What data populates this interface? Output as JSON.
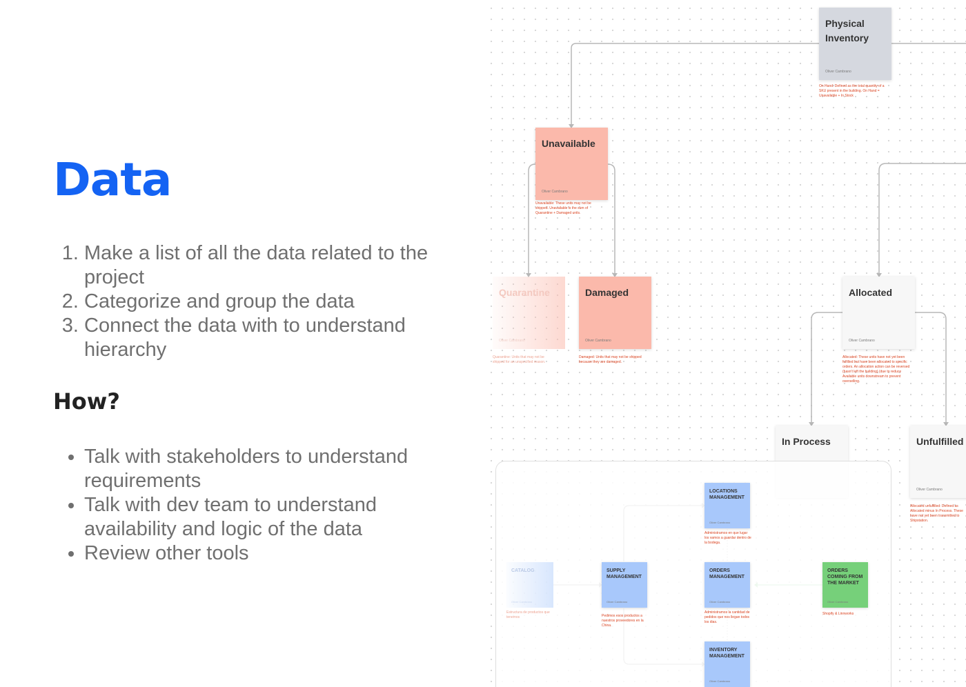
{
  "slide": {
    "title": "Data",
    "steps": [
      "Make a list of all the data related to the project",
      "Categorize and group the data",
      "Connect the data with to understand hierarchy"
    ],
    "how_heading": "How?",
    "how_items": [
      "Talk with stakeholders to understand requirements",
      "Talk with dev team to understand availability and logic of the data",
      "Review other tools"
    ]
  },
  "diagram": {
    "nodes": {
      "physical_inventory": {
        "title": "Physical Inventory",
        "author": "Oliver Cambrano",
        "note": "On Hand: Defined as the total quantity of a SKU present in the building. On Hand = Unavailable + In Stock",
        "color": "#d5d8df"
      },
      "unavailable": {
        "title": "Unavailable",
        "author": "Oliver Cambrano",
        "note": "Unavailable: These units may not be shipped. Unavailable is the sum of Quarantine + Damaged units.",
        "color": "#fbb9ab"
      },
      "quarantine": {
        "title": "Quarantine",
        "author": "Oliver Cambrano",
        "note": "Quarantine: Units that may not be shipped for an unspecified reason."
      },
      "damaged": {
        "title": "Damaged",
        "author": "Oliver Cambrano",
        "note": "Damaged: Units that may not be shipped because they are damaged.",
        "color": "#fbb9ab"
      },
      "allocated": {
        "title": "Allocated",
        "author": "Oliver Cambrano",
        "note": "Allocated: These units have not yet been fulfilled but have been allocated to specific orders. An allocation action can be reversed (hasn't left the building) (due to reduce Available units downstream to prevent overselling."
      },
      "in_process": {
        "title": "In Process"
      },
      "unfulfilled": {
        "title": "Unfulfilled",
        "author": "Oliver Cambrano",
        "note": "Allocated unfulfilled: Defined as Allocated minus In Process. These have not yet been transmitted to Shipstation."
      }
    },
    "flow": {
      "locations": {
        "title": "LOCATIONS MANAGEMENT",
        "author": "Oliver Cambrano",
        "note": "Administramos en que lugar los vamos a guardar dentro de la bodega.",
        "color": "#a8c8fb"
      },
      "catalog": {
        "title": "CATALOG",
        "author": "Oliver Cambrano",
        "note": "Estructura de productos que tenemos"
      },
      "supply": {
        "title": "SUPPLY MANAGEMENT",
        "author": "Oliver Cambrano",
        "note": "Pedimos esos productos a nuestros proveedores en la China.",
        "color": "#a8c8fb"
      },
      "orders": {
        "title": "ORDERS MANAGEMENT",
        "author": "Oliver Cambrano",
        "note": "Administramos la cantidad de pedidos que nos llegan todos los dias.",
        "color": "#a8c8fb"
      },
      "orders_market": {
        "title": "ORDERS COMING FROM THE MARKET",
        "author": "Oliver Cambrano",
        "note": "Shopify & Linnworks",
        "color": "#76d07a"
      },
      "inventory": {
        "title": "INVENTORY MANAGEMENT",
        "author": "Oliver Cambrano",
        "color": "#a8c8fb"
      }
    }
  }
}
